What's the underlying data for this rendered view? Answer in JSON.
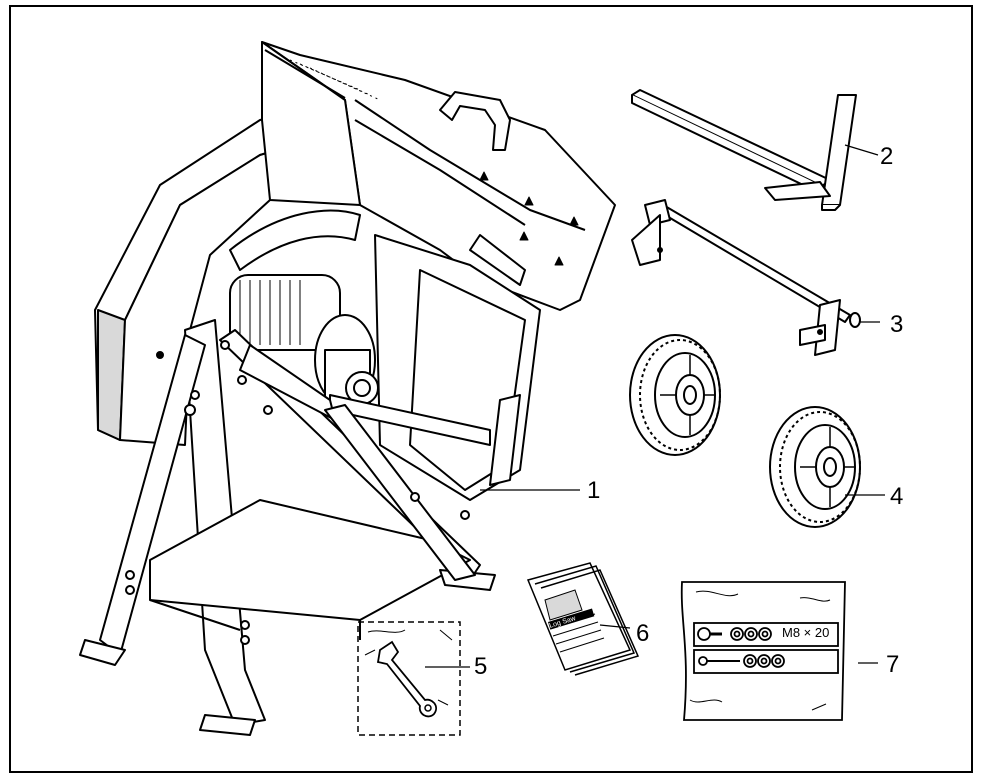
{
  "callouts": [
    {
      "id": "1",
      "part": "saw-body"
    },
    {
      "id": "2",
      "part": "support-bracket"
    },
    {
      "id": "3",
      "part": "wheel-axle"
    },
    {
      "id": "4",
      "part": "wheels"
    },
    {
      "id": "5",
      "part": "wrench"
    },
    {
      "id": "6",
      "part": "manual"
    },
    {
      "id": "7",
      "part": "hardware-bag"
    }
  ],
  "manual": {
    "title": "Log Saw"
  },
  "hardware": {
    "label": "M8 × 20"
  },
  "colors": {
    "ink": "#000000",
    "paper": "#ffffff",
    "shade": "#d9d9d9"
  }
}
